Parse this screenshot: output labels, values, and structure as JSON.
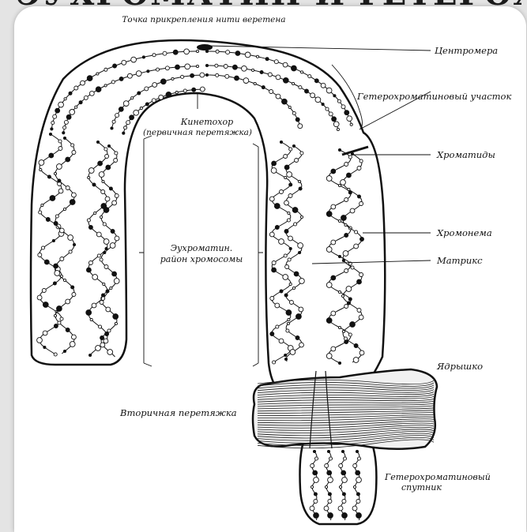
{
  "slide_heading": "ЭУХРОМАТИН И ГЕТЕРОХРОМАТИН",
  "labels": {
    "spindle_attachment": "Точка прикрепления нити веретена",
    "centromere": "Центромера",
    "heterochromatin_region": "Гетерохроматиновый участок",
    "kinetochore_line1": "Кинетохор",
    "kinetochore_line2": "(первичная перетяжка)",
    "chromatids": "Хроматиды",
    "euchromatin_line1": "Эухроматин.",
    "euchromatin_line2": "район хромосомы",
    "chromonema": "Хромонема",
    "matrix": "Матрикс",
    "nucleolus": "Ядрышко",
    "secondary_constriction": "Вторичная перетяжка",
    "satellite_line1": "Гетерохроматиновый",
    "satellite_line2": "спутник"
  },
  "colors": {
    "ink": "#111111",
    "card": "#ffffff",
    "background": "#e4e4e4"
  }
}
